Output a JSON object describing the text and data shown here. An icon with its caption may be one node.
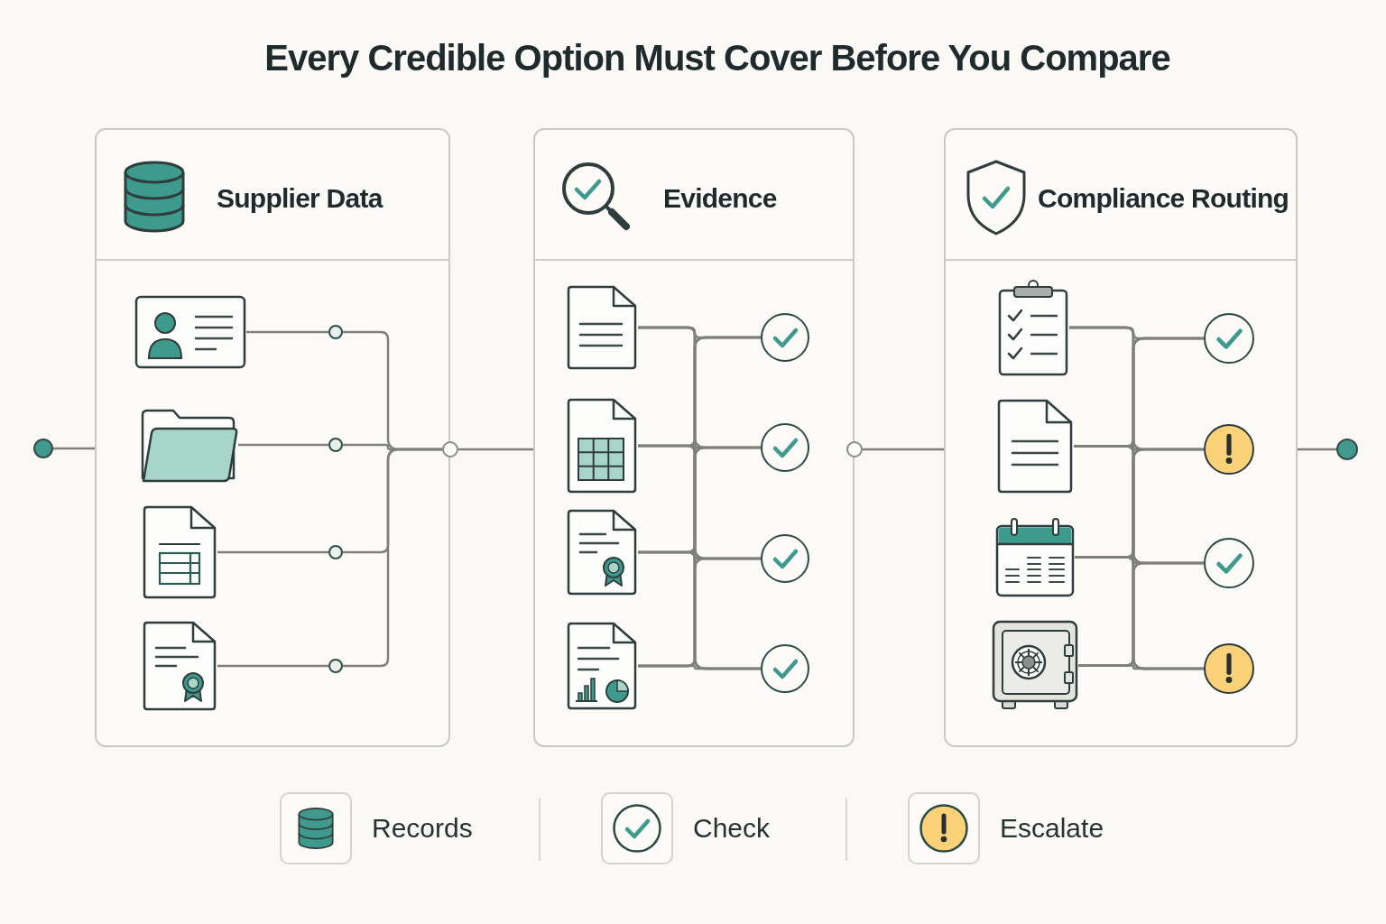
{
  "diagram": {
    "title": "Every Credible Option Must Cover Before You Compare",
    "nodes": [
      {
        "text": [],
        "shape": "circle"
      },
      {
        "text": [
          "Supplier Data"
        ]
      },
      {
        "text": [],
        "shape": "picture",
        "in": 1
      },
      {
        "text": [],
        "shape": "picture",
        "in": 1
      },
      {
        "text": [],
        "shape": "picture",
        "in": 1
      },
      {
        "text": [],
        "shape": "picture",
        "in": 1
      },
      {
        "text": [],
        "shape": "circle",
        "in": 1
      },
      {
        "text": [],
        "shape": "circle",
        "in": 1
      },
      {
        "text": [],
        "shape": "circle",
        "in": 1
      },
      {
        "text": [],
        "shape": "circle",
        "in": 1
      },
      {
        "text": [],
        "shape": "circle"
      },
      {
        "text": [
          "Evidence"
        ]
      },
      {
        "text": [],
        "shape": "picture",
        "in": 11
      },
      {
        "text": [],
        "shape": "picture",
        "in": 11
      },
      {
        "text": [],
        "shape": "picture",
        "in": 11
      },
      {
        "text": [],
        "shape": "picture",
        "in": 11
      },
      {
        "text": [],
        "shape": "circle",
        "in": 11
      },
      {
        "text": [],
        "shape": "circle",
        "in": 11
      },
      {
        "text": [],
        "shape": "circle",
        "in": 11
      },
      {
        "text": [],
        "shape": "circle",
        "in": 11
      },
      {
        "text": [],
        "shape": "circle"
      },
      {
        "text": [
          "Compliance Routing"
        ]
      },
      {
        "text": [],
        "shape": "picture",
        "in": 21
      },
      {
        "text": [],
        "shape": "picture",
        "in": 21
      },
      {
        "text": [],
        "shape": "picture",
        "in": 21
      },
      {
        "text": [],
        "shape": "picture",
        "in": 21
      },
      {
        "text": [],
        "shape": "circle",
        "in": 21
      },
      {
        "text": [],
        "shape": "circle",
        "in": 21
      },
      {
        "text": [],
        "shape": "circle",
        "in": 21
      },
      {
        "text": [],
        "shape": "circle",
        "in": 21
      },
      {
        "text": [],
        "shape": "circle"
      }
    ],
    "edges": [
      {
        "from": 0,
        "to": 1,
        "arrow": "none"
      },
      {
        "from": 2,
        "to": 6,
        "arrow": "none"
      },
      {
        "from": 3,
        "to": 7,
        "arrow": "none"
      },
      {
        "from": 4,
        "to": 8,
        "arrow": "none"
      },
      {
        "from": 5,
        "to": 9,
        "arrow": "none"
      },
      {
        "from": 6,
        "to": 10,
        "arrow": "none"
      },
      {
        "from": 7,
        "to": 10,
        "arrow": "none"
      },
      {
        "from": 8,
        "to": 10,
        "arrow": "none"
      },
      {
        "from": 9,
        "to": 10,
        "arrow": "none"
      },
      {
        "from": 10,
        "to": 11,
        "arrow": "none"
      },
      {
        "from": 12,
        "to": 16,
        "arrow": "none"
      },
      {
        "from": 12,
        "to": 17,
        "arrow": "none"
      },
      {
        "from": 12,
        "to": 18,
        "arrow": "none"
      },
      {
        "from": 12,
        "to": 19,
        "arrow": "none"
      },
      {
        "from": 13,
        "to": 16,
        "arrow": "none"
      },
      {
        "from": 13,
        "to": 17,
        "arrow": "none"
      },
      {
        "from": 13,
        "to": 18,
        "arrow": "none"
      },
      {
        "from": 13,
        "to": 19,
        "arrow": "none"
      },
      {
        "from": 14,
        "to": 16,
        "arrow": "none"
      },
      {
        "from": 14,
        "to": 17,
        "arrow": "none"
      },
      {
        "from": 14,
        "to": 18,
        "arrow": "none"
      },
      {
        "from": 14,
        "to": 19,
        "arrow": "none"
      },
      {
        "from": 15,
        "to": 16,
        "arrow": "none"
      },
      {
        "from": 15,
        "to": 17,
        "arrow": "none"
      },
      {
        "from": 15,
        "to": 18,
        "arrow": "none"
      },
      {
        "from": 15,
        "to": 19,
        "arrow": "none"
      },
      {
        "from": 20,
        "to": 21,
        "arrow": "none"
      },
      {
        "from": 22,
        "to": 26,
        "arrow": "none"
      },
      {
        "from": 22,
        "to": 27,
        "arrow": "none"
      },
      {
        "from": 22,
        "to": 28,
        "arrow": "none"
      },
      {
        "from": 22,
        "to": 29,
        "arrow": "none"
      },
      {
        "from": 23,
        "to": 26,
        "arrow": "none"
      },
      {
        "from": 23,
        "to": 27,
        "arrow": "none"
      },
      {
        "from": 23,
        "to": 28,
        "arrow": "none"
      },
      {
        "from": 23,
        "to": 29,
        "arrow": "none"
      },
      {
        "from": 24,
        "to": 26,
        "arrow": "none"
      },
      {
        "from": 24,
        "to": 27,
        "arrow": "none"
      },
      {
        "from": 24,
        "to": 28,
        "arrow": "none"
      },
      {
        "from": 24,
        "to": 29,
        "arrow": "none"
      },
      {
        "from": 25,
        "to": 26,
        "arrow": "none"
      },
      {
        "from": 25,
        "to": 27,
        "arrow": "none"
      },
      {
        "from": 25,
        "to": 28,
        "arrow": "none"
      },
      {
        "from": 25,
        "to": 29,
        "arrow": "none"
      },
      {
        "from": 21,
        "to": 30,
        "arrow": "none"
      }
    ],
    "legend": [
      {
        "text": "Records"
      },
      {
        "text": "Check"
      },
      {
        "text": "Escalate"
      }
    ]
  }
}
